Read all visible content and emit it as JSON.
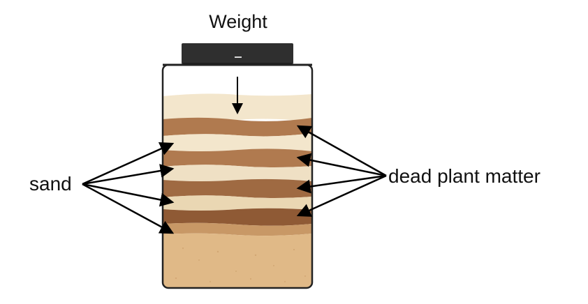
{
  "labels": {
    "weight": "Weight",
    "sand": "sand",
    "dead_plant_matter": "dead plant matter"
  },
  "colors": {
    "sand_light": "#f3e6cc",
    "sand_mid": "#ead7b3",
    "plant_brown": "#b07a4f",
    "plant_dark": "#8f5a35",
    "bottom_sand": "#e0b987",
    "weight_dark": "#2f2f2f",
    "container_outline": "#222222",
    "arrow": "#000000"
  },
  "icons": {
    "weight_block": "weight-icon",
    "pressure_arrow": "arrow-down-icon"
  }
}
